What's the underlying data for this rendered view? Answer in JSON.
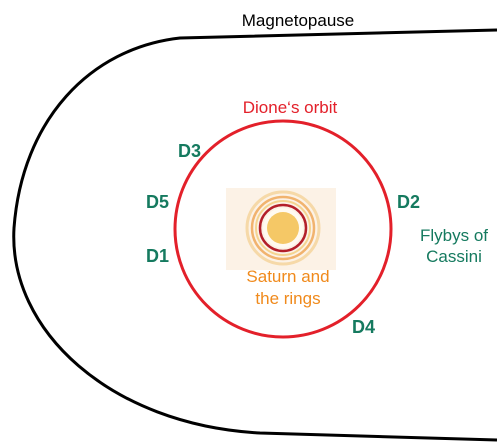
{
  "labels": {
    "magnetopause": "Magnetopause",
    "dione_orbit": "Dione‘s orbit",
    "saturn_line1": "Saturn and",
    "saturn_line2": "the rings",
    "flybys_line1": "Flybys of",
    "flybys_line2": "Cassini"
  },
  "flybys": [
    "D1",
    "D2",
    "D3",
    "D4",
    "D5"
  ],
  "colors": {
    "magnetopause": "#000000",
    "orbit": "#e3202a",
    "flyby_text": "#157a5f",
    "saturn_text": "#f08a1c",
    "saturn_body": "#f5c866",
    "ring_dark": "#b31f2a",
    "ring_light": "#f2c08a"
  }
}
